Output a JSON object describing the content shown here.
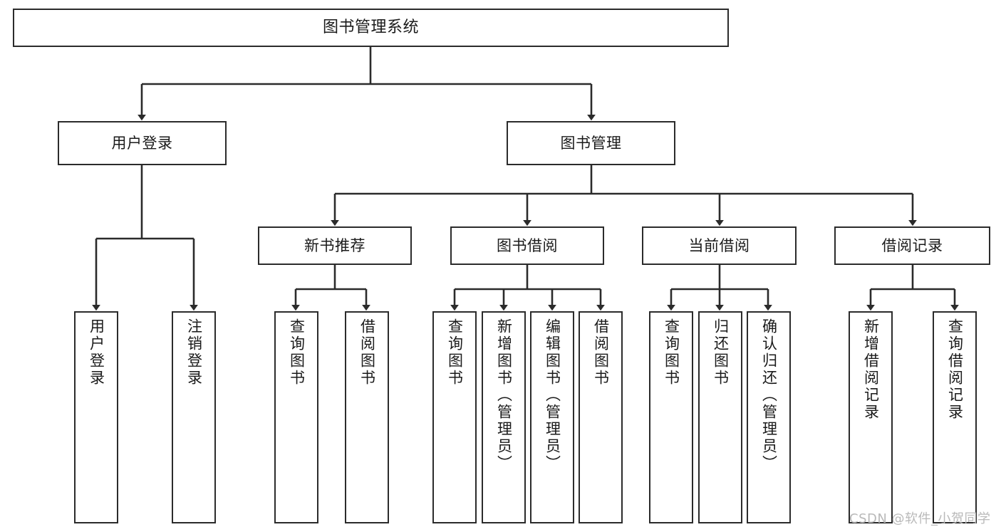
{
  "diagram": {
    "title": "图书管理系统",
    "type": "tree-hierarchy-chart",
    "orientation": "top-down",
    "colors": {
      "stroke": "#2b2b2b",
      "fill": "#ffffff",
      "text": "#1a1a1a",
      "watermark": "#b9b9b9"
    },
    "root": {
      "label": "图书管理系统"
    },
    "level2": [
      {
        "id": "user-login",
        "label": "用户登录"
      },
      {
        "id": "book-management",
        "label": "图书管理"
      }
    ],
    "level3": [
      {
        "id": "new-book-recommend",
        "label": "新书推荐"
      },
      {
        "id": "book-borrow",
        "label": "图书借阅"
      },
      {
        "id": "current-borrow",
        "label": "当前借阅"
      },
      {
        "id": "borrow-record",
        "label": "借阅记录"
      }
    ],
    "leaves": {
      "user_login": [
        {
          "id": "leaf-user-login",
          "label": "用户登录"
        },
        {
          "id": "leaf-logout",
          "label": "注销登录"
        }
      ],
      "new_book_recommend": [
        {
          "id": "leaf-query-book-1",
          "label": "查询图书"
        },
        {
          "id": "leaf-borrow-book-1",
          "label": "借阅图书"
        }
      ],
      "book_borrow": [
        {
          "id": "leaf-query-book-2",
          "label": "查询图书"
        },
        {
          "id": "leaf-add-book",
          "label": "新增图书（管理员）"
        },
        {
          "id": "leaf-edit-book",
          "label": "编辑图书（管理员）"
        },
        {
          "id": "leaf-borrow-book-2",
          "label": "借阅图书"
        }
      ],
      "current_borrow": [
        {
          "id": "leaf-query-book-3",
          "label": "查询图书"
        },
        {
          "id": "leaf-return-book",
          "label": "归还图书"
        },
        {
          "id": "leaf-confirm-return",
          "label": "确认归还（管理员）"
        }
      ],
      "borrow_record": [
        {
          "id": "leaf-add-record",
          "label": "新增借阅记录"
        },
        {
          "id": "leaf-query-record",
          "label": "查询借阅记录"
        }
      ]
    }
  },
  "watermark": {
    "text": "CSDN @软件_小贺同学"
  }
}
